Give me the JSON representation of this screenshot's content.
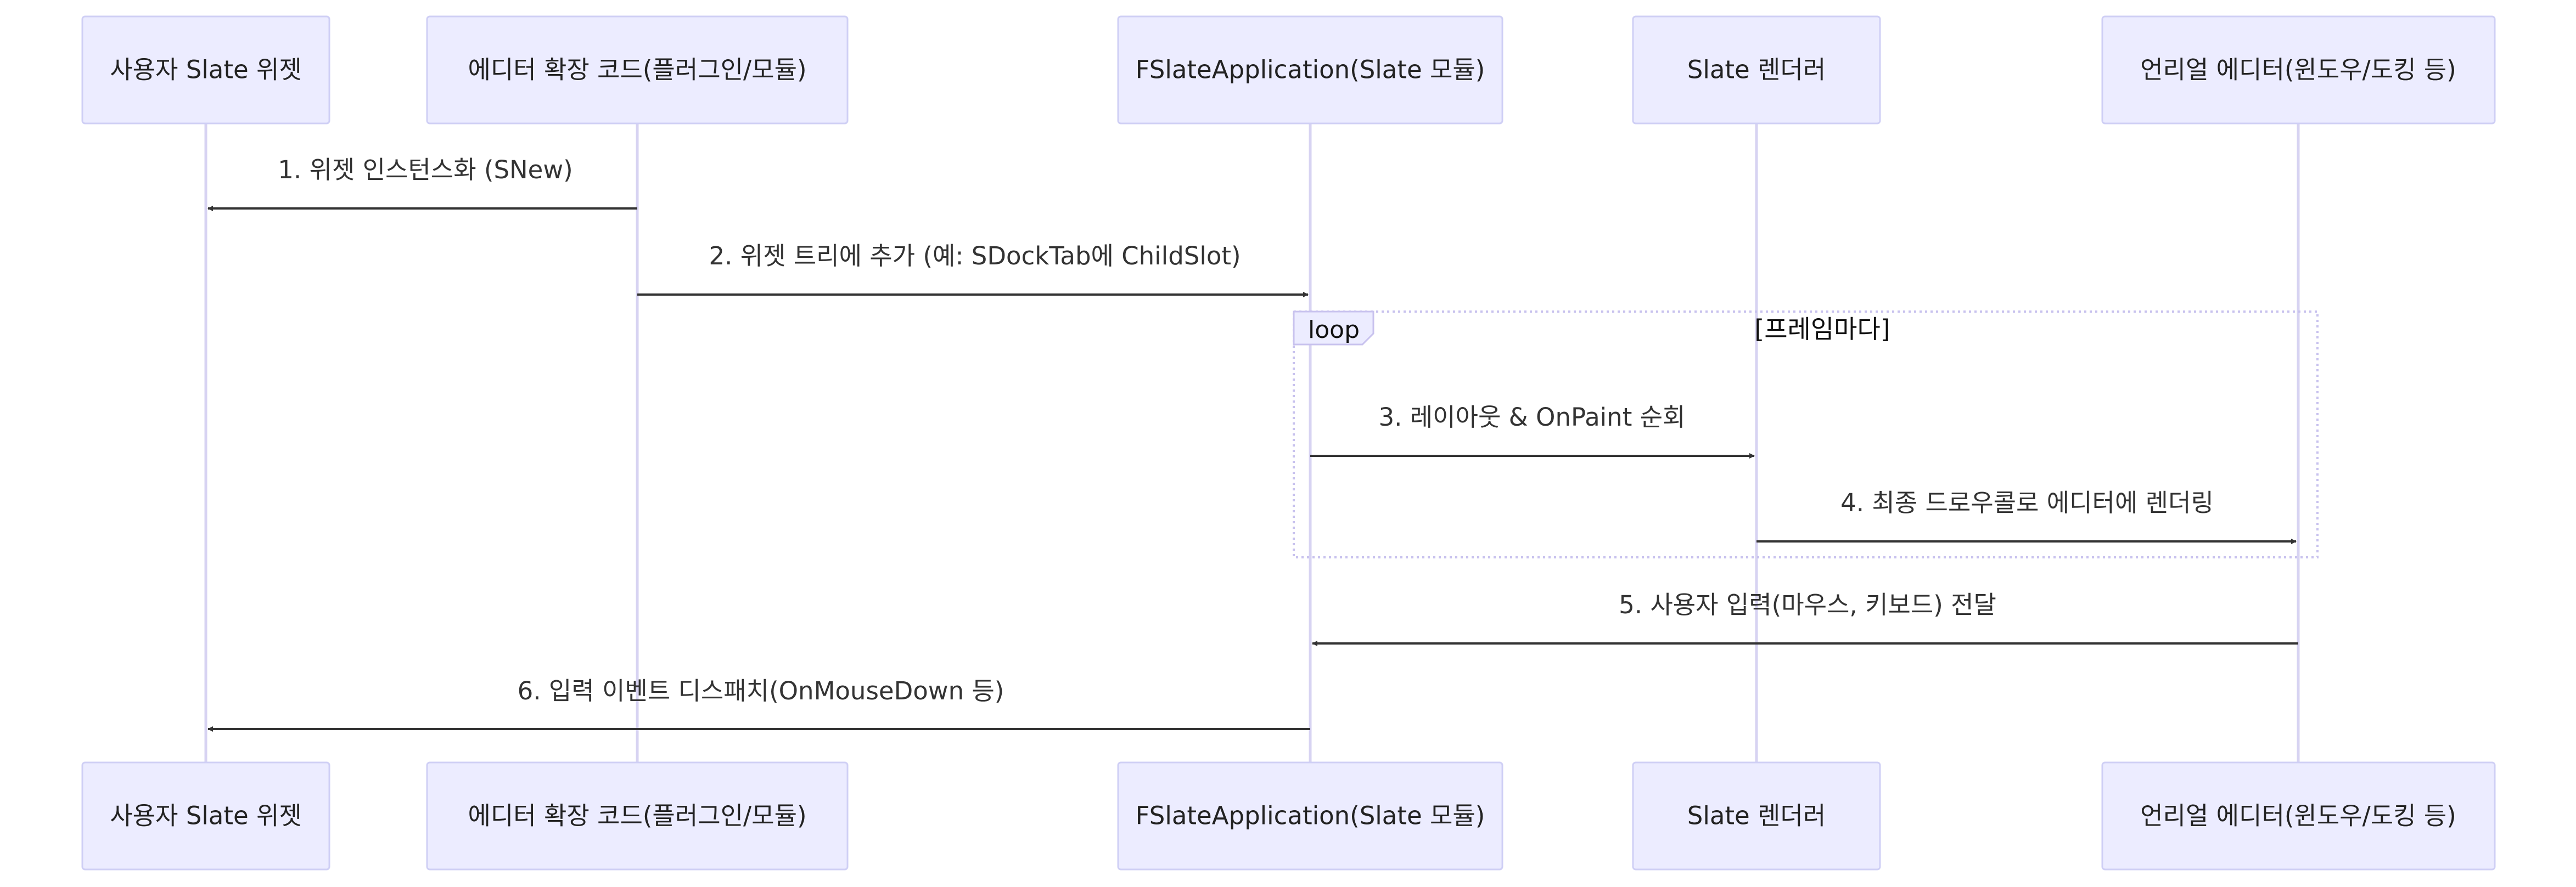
{
  "participants": [
    {
      "label": "사용자 Slate 위젯"
    },
    {
      "label": "에디터 확장 코드(플러그인/모듈)"
    },
    {
      "label": "FSlateApplication(Slate 모듈)"
    },
    {
      "label": "Slate 렌더러"
    },
    {
      "label": "언리얼 에디터(윈도우/도킹 등)"
    }
  ],
  "messages": [
    {
      "label": "1. 위젯 인스턴스화 (SNew)",
      "from": 1,
      "to": 0
    },
    {
      "label": "2. 위젯 트리에 추가 (예: SDockTab에 ChildSlot)",
      "from": 1,
      "to": 2
    },
    {
      "label": "3. 레이아웃 & OnPaint 순회",
      "from": 2,
      "to": 3
    },
    {
      "label": "4. 최종 드로우콜로 에디터에 렌더링",
      "from": 3,
      "to": 4
    },
    {
      "label": "5. 사용자 입력(마우스, 키보드) 전달",
      "from": 4,
      "to": 2
    },
    {
      "label": "6. 입력 이벤트 디스패치(OnMouseDown 등)",
      "from": 2,
      "to": 0
    }
  ],
  "loop": {
    "keyword": "loop",
    "condition": "[프레임마다]",
    "first_message": 3,
    "last_message": 4
  }
}
